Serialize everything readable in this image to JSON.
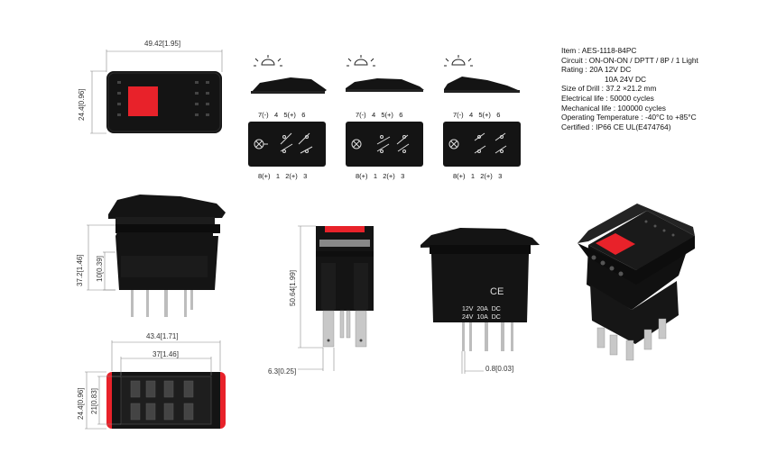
{
  "specs": {
    "item": "Item : AES-1118-84PC",
    "circuit": "Circuit : ON-ON-ON / DPTT / 8P / 1 Light",
    "rating1": "Rating : 20A 12V DC",
    "rating2": "10A 24V DC",
    "drill": "Size of Drill : 37.2 ×21.2 mm",
    "electrical": "Electrical life : 50000 cycles",
    "mechanical": "Mechanical life : 100000 cycles",
    "temperature": "Operating Temperature : -40°C to +85°C",
    "certified": "Certified : IP66 CE UL(E474764)"
  },
  "dimensions": {
    "top_width": "49.42",
    "top_width_in": "1.95",
    "top_height": "24.4",
    "top_height_in": "0.96",
    "side_height": "37.2",
    "side_height_in": "1.46",
    "side_inner": "10",
    "side_inner_in": "0.39",
    "bottom_width": "43.4",
    "bottom_width_in": "1.71",
    "bottom_inner": "37",
    "bottom_inner_in": "1.46",
    "bottom_height": "24.4",
    "bottom_height_in": "0.96",
    "bottom_inner_h": "21",
    "bottom_inner_h_in": "0.83",
    "front_height": "50.64",
    "front_height_in": "1.99",
    "front_pin": "6.3",
    "front_pin_in": "0.25",
    "side2_pin": "0.8",
    "side2_pin_in": "0.03"
  },
  "pin_labels": {
    "top": [
      "7(-)",
      "4",
      "5(+)",
      "6"
    ],
    "bottom": [
      "8(+)",
      "1",
      "2(+)",
      "3"
    ]
  },
  "body_marking": {
    "ce": "CE",
    "row1": [
      "12V",
      "20A",
      "DC"
    ],
    "row2": [
      "24V",
      "10A",
      "DC"
    ]
  },
  "colors": {
    "body": "#141414",
    "red": "#e8222a",
    "pin": "#c8c8c8"
  }
}
